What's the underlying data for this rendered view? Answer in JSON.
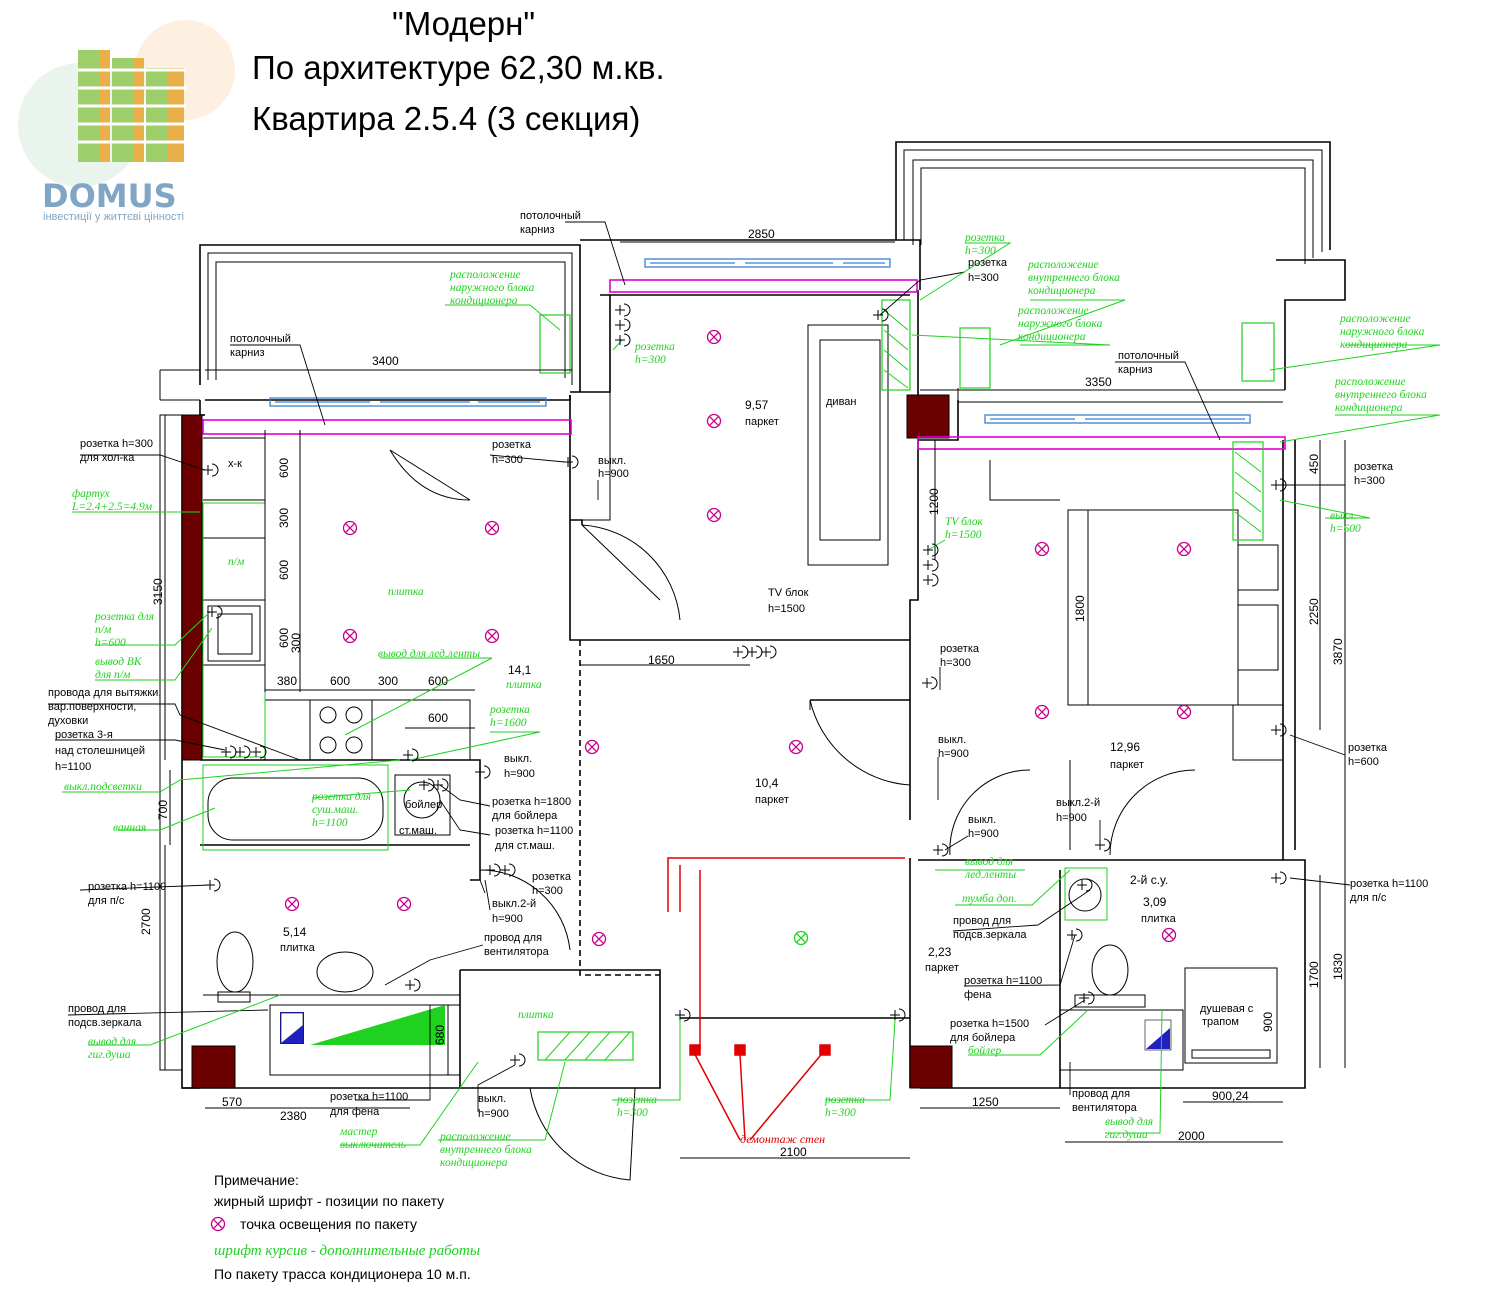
{
  "title": {
    "style_name": "\"Модерн\"",
    "area_line": "По архитектуре 62,30 м.кв.",
    "apartment_line": "Квартира  2.5.4 (3 секция)"
  },
  "logo": {
    "brand": "DOMUS",
    "tagline": "інвестиції у життєві цінності"
  },
  "colors": {
    "wall": "#000000",
    "additional_work": "#1fd21f",
    "cornice": "#e000d0",
    "demolition": "#e00000",
    "column": "#6b0000",
    "window": "#3a7fd0",
    "light_point": "#c8008c"
  },
  "rooms": [
    {
      "id": "kitchen",
      "area": "14,1",
      "finish": "плитка"
    },
    {
      "id": "living",
      "area": "9,57",
      "finish": "паркет"
    },
    {
      "id": "hall",
      "area": "10,4",
      "finish": "паркет"
    },
    {
      "id": "bedroom",
      "area": "12,96",
      "finish": "паркет"
    },
    {
      "id": "bath1",
      "area": "5,14",
      "finish": "плитка"
    },
    {
      "id": "corridor",
      "area": "2,23",
      "finish": "паркет"
    },
    {
      "id": "bath2",
      "name": "2-й с.у.",
      "area": "3,09",
      "finish": "плитка"
    }
  ],
  "dimensions": {
    "d2850": "2850",
    "d3400": "3400",
    "d3350": "3350",
    "d1650": "1650",
    "d3150": "3150",
    "d600a": "600",
    "d300a": "300",
    "d600b": "600",
    "d600c": "600",
    "d300b": "300",
    "d380": "380",
    "d600d": "600",
    "d300c": "300",
    "d600e": "600",
    "d600f": "600",
    "d700": "700",
    "d2700": "2700",
    "d1200": "1200",
    "d1800": "1800",
    "d450": "450",
    "d2250": "2250",
    "d3870": "3870",
    "d1700": "1700",
    "d1830": "1830",
    "d900": "900",
    "d570": "570",
    "d2380": "2380",
    "d680": "680",
    "d2100": "2100",
    "d1250": "1250",
    "d900_24": "900,24",
    "d2000": "2000"
  },
  "labels": {
    "cornice1a": "потолочный",
    "cornice1b": "карниз",
    "cornice2a": "потолочный",
    "cornice2b": "карниз",
    "cornice3a": "потолочный",
    "cornice3b": "карниз",
    "fridge": "х-к",
    "dishwasher": "п/м",
    "sofa": "диван",
    "boiler": "бойлер",
    "washer": "ст.маш.",
    "shower": "душевая с",
    "shower2": "трапом",
    "tv": "TV блок",
    "tv_h": "h=1500",
    "sock_fridge": "розетка h=300",
    "sock_fridge2": "для хол-ка",
    "hood1": "провода для вытяжки,",
    "hood2": "вар.поверхности,",
    "hood3": "духовки",
    "sock3a": "розетка 3-я",
    "sock3b": "над столешницей",
    "sock3c": "h=1100",
    "sock_liv": "розетка",
    "sock_liv_h": "h=300",
    "sw_liv": "выкл.",
    "sw_liv_h": "h=900",
    "sock_liv2": "розетка",
    "sock_liv2_h": "h=300",
    "sock_hall": "розетка",
    "sock_hall_h": "h=300",
    "sw_hall": "выкл.",
    "sw_hall_h": "h=900",
    "sw_hall2": "выкл.",
    "sw_hall2_h": "h=900",
    "sock_boiler": "розетка h=1800",
    "sock_boiler2": "для бойлера",
    "sock_wash": "розетка h=1100",
    "sock_wash2": "для ст.маш.",
    "sock_k": "розетка",
    "sock_k_h": "h=300",
    "sw2": "выкл.2-й",
    "sw2_h": "h=900",
    "vent1": "провод для",
    "vent1b": "вентилятора",
    "sock_ps1": "розетка h=1100",
    "sock_ps1b": "для п/с",
    "mirror1": "провод для",
    "mirror1b": "подсв.зеркала",
    "fen1": "розетка h=1100",
    "fen1b": "для фена",
    "sw_bath": "выкл.",
    "sw_bath_h": "h=900",
    "sw_cor": "выкл.",
    "sw_cor_h": "h=900",
    "sw_bath2": "выкл.",
    "sw_bath2_h": "h=900",
    "sw2b": "выкл.2-й",
    "sw2b_h": "h=900",
    "mirror2": "провод для",
    "mirror2b": "подсв.зеркала",
    "fen2": "розетка h=1100",
    "fen2b": "фена",
    "boil2": "розетка h=1500",
    "boil2b": "для бойлера",
    "vent2": "провод для",
    "vent2b": "вентилятора",
    "sock_bed1": "розетка",
    "sock_bed1_h": "h=300",
    "sock_bed2": "розетка",
    "sock_bed2_h": "h=600",
    "sock_bed3": "розетка",
    "sock_bed3_h": "h=600",
    "sock_ps2": "розетка h=1100",
    "sock_ps2b": "для п/с",
    "sock_bal": "розетка",
    "sock_bal_h": "h=300",
    "sock_bath_hall": "розетка",
    "sock_bath_hall_h": "h=300"
  },
  "green_notes": {
    "ac_out1": [
      "расположение",
      "наружного блока",
      "кондиционера"
    ],
    "ac_out2": [
      "расположение",
      "наружного блока",
      "кондиционера"
    ],
    "ac_out3": [
      "расположение",
      "наружного блока",
      "кондиционера"
    ],
    "ac_in1": [
      "расположение",
      "внутреннего блока",
      "кондиционера"
    ],
    "ac_in2": [
      "расположение",
      "внутреннего блока",
      "кондиционера"
    ],
    "ac_in3": [
      "расположение",
      "внутреннего блока",
      "кондиционера"
    ],
    "sock_liv_g": [
      "розетка",
      "h=300"
    ],
    "sock_bal_g": [
      "розетка",
      "h=300"
    ],
    "sock_tv_g": [
      "TV блок",
      "h=1500"
    ],
    "apron": [
      "фартух",
      "L=2.4+2.5=4.9м"
    ],
    "dm_sock": [
      "розетка для",
      "п/м",
      "h=600"
    ],
    "dm_out": [
      "вывод ВК",
      "для п/м"
    ],
    "led1": "вывод для лед.ленты",
    "sock1600": [
      "розетка",
      "h=1600"
    ],
    "tile_k": "плитка",
    "area_k": "плитка",
    "backlight": "выкл.подсветки",
    "bath": "ванная",
    "dryer": [
      "розетка для",
      "суш.маш.",
      "h=1100"
    ],
    "tile_b": "плитка",
    "hyg1": [
      "вывод для",
      "гиг.душа"
    ],
    "master": [
      "мастер",
      "выключатель"
    ],
    "sock300a": [
      "розетка",
      "h=300"
    ],
    "sock300b": [
      "розетка",
      "h=300"
    ],
    "led2": [
      "вывод для",
      "лед.ленты"
    ],
    "cabinet": "тумба доп.",
    "boiler_g": "бойлер",
    "hyg2": [
      "вывод для",
      "гиг.душа"
    ],
    "sw600": [
      "выкл.",
      "h=600"
    ]
  },
  "red_note": "демонтаж стен",
  "legend": {
    "heading": "Примечание:",
    "bold_line": "жирный шрифт - позиции по пакету",
    "light_line": "точка освещения по пакету",
    "italic_line": "шрифт курсив - дополнительные работы",
    "ac_line": "По пакету трасса кондиционера 10 м.п."
  }
}
